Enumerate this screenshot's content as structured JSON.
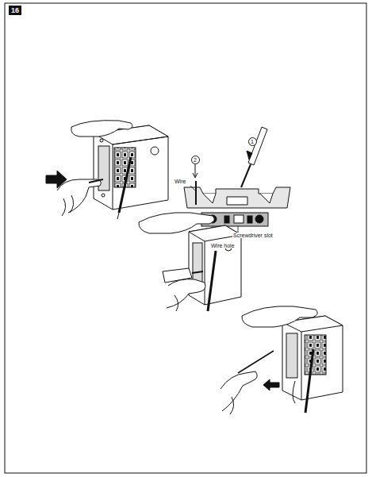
{
  "diagram": {
    "nodes": [
      {
        "text": [
          "16"
        ]
      },
      {
        "text": [
          "1"
        ]
      },
      {
        "text": [
          "2"
        ]
      }
    ],
    "labels": [
      "Wire",
      "Screwdriver slot",
      "Wire hole"
    ]
  }
}
